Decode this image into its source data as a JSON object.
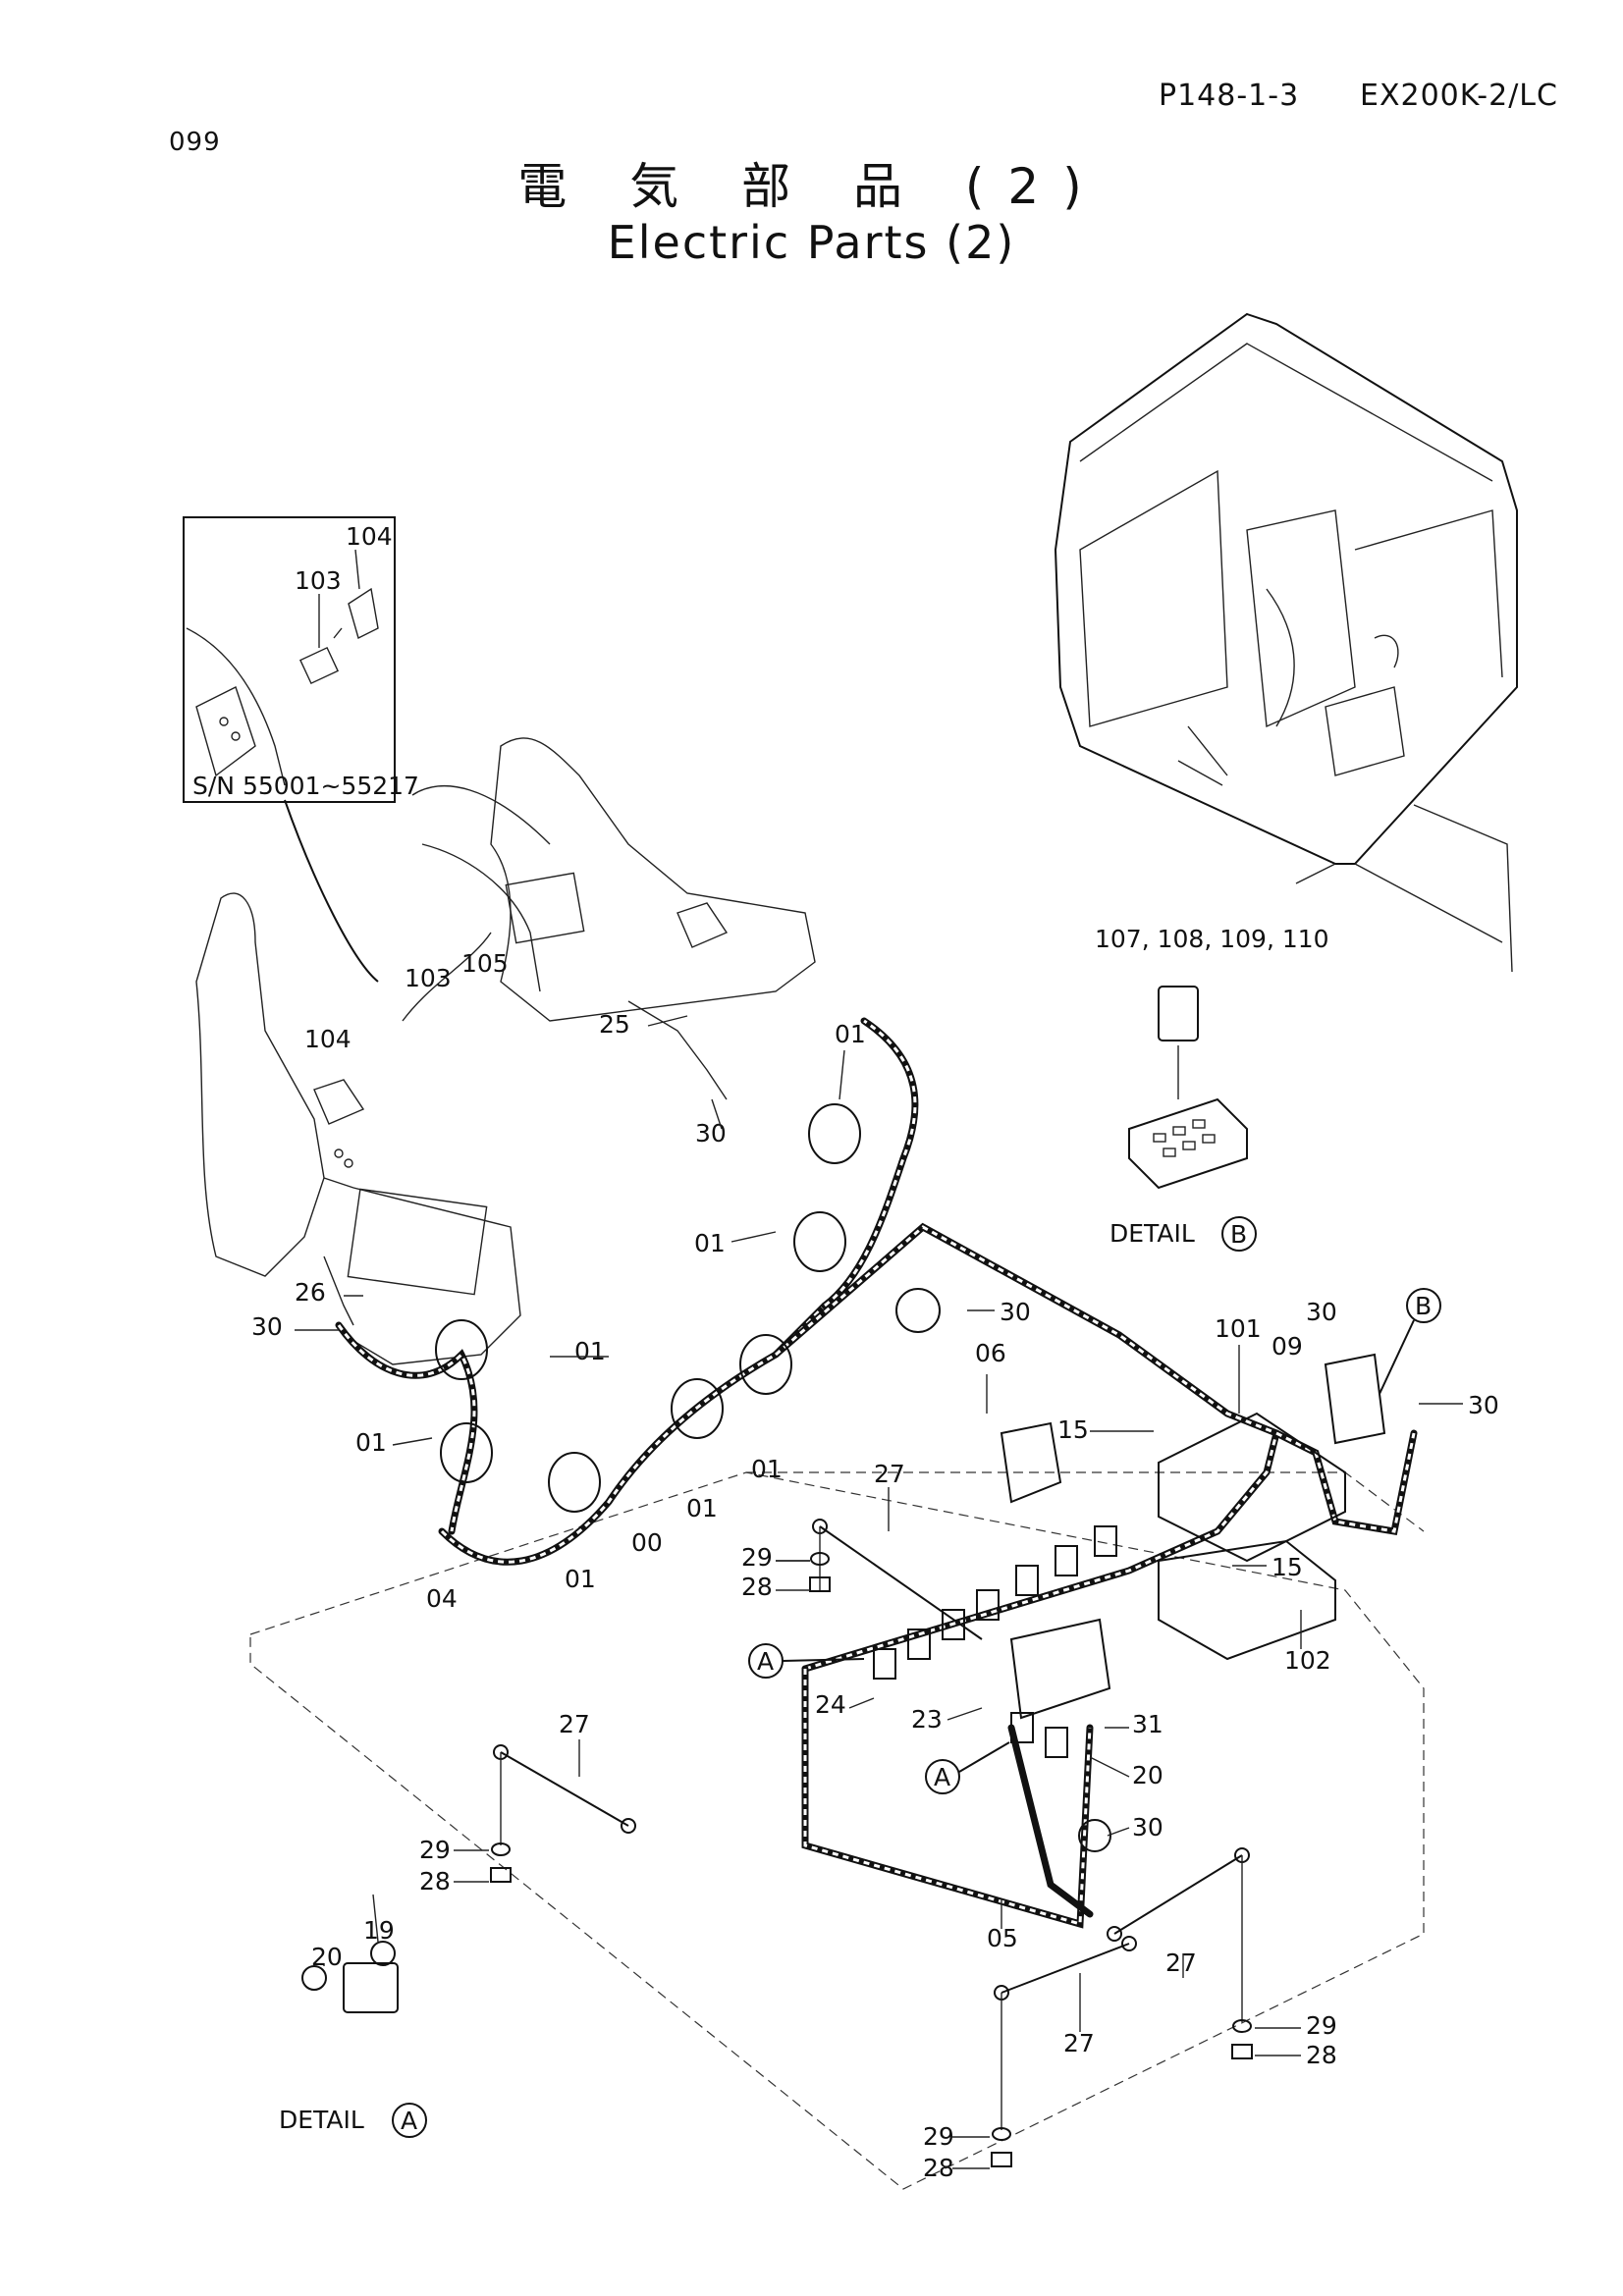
{
  "header": {
    "page_code": "P148-1-3",
    "model": "EX200K-2/LC",
    "page_number": "099"
  },
  "title": {
    "japanese": "電 気 部 品 (2)",
    "english": "Electric Parts (2)"
  },
  "inset": {
    "serial_range": "S/N 55001~55217",
    "labels": [
      "104",
      "103"
    ]
  },
  "details": {
    "detail_a_text": "DETAIL",
    "detail_a_letter": "A",
    "detail_b_text": "DETAIL",
    "detail_b_letter": "B",
    "detail_b_parts": "107, 108, 109, 110"
  },
  "callouts": {
    "a1": "A",
    "a2": "A",
    "b1": "B"
  },
  "part_labels": [
    "103",
    "105",
    "104",
    "25",
    "01",
    "30",
    "01",
    "26",
    "30",
    "01",
    "01",
    "04",
    "01",
    "00",
    "01",
    "01",
    "30",
    "06",
    "15",
    "101",
    "09",
    "30",
    "30",
    "27",
    "29",
    "28",
    "24",
    "23",
    "31",
    "20",
    "30",
    "05",
    "15",
    "102",
    "27",
    "29",
    "28",
    "19",
    "20",
    "27",
    "27",
    "29",
    "28",
    "29",
    "28"
  ]
}
